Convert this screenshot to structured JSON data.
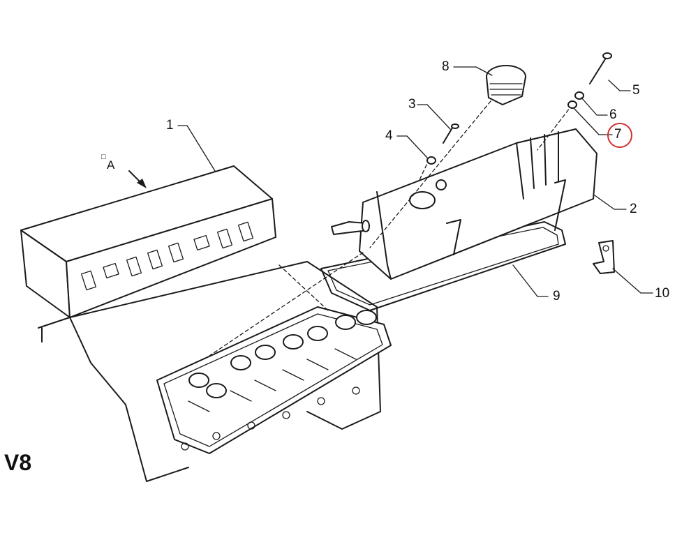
{
  "diagram": {
    "variant_label": "V8",
    "view_marker": "A",
    "callouts": [
      {
        "id": "1",
        "text": "1"
      },
      {
        "id": "2",
        "text": "2"
      },
      {
        "id": "3",
        "text": "3"
      },
      {
        "id": "4",
        "text": "4"
      },
      {
        "id": "5",
        "text": "5"
      },
      {
        "id": "6",
        "text": "6"
      },
      {
        "id": "7",
        "text": "7",
        "highlighted": true
      },
      {
        "id": "8",
        "text": "8"
      },
      {
        "id": "9",
        "text": "9"
      },
      {
        "id": "10",
        "text": "10"
      }
    ],
    "highlight_color": "#d03030"
  }
}
